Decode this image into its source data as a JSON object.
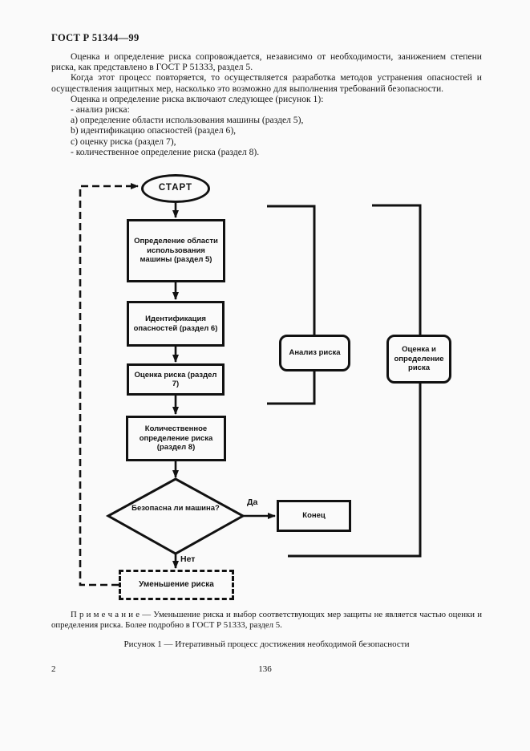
{
  "document": {
    "header": "ГОСТ Р 51344—99",
    "paragraphs": [
      "Оценка и определение риска сопровождается, независимо от необходимости, занижением степени риска, как представлено в ГОСТ Р 51333, раздел 5.",
      "Когда этот процесс повторяется, то осуществляется разработка методов устранения опасностей и осуществления защитных мер, насколько это возможно для выполнения требований безопасности.",
      "Оценка и определение риска включают следующее (рисунок 1):"
    ],
    "list_items": [
      "- анализ риска:",
      "a) определение области использования машины (раздел 5),",
      "b) идентификацию опасностей (раздел 6),",
      "c) оценку риска (раздел 7),",
      "- количественное определение риска (раздел 8)."
    ],
    "note": "П р и м е ч а н и е — Уменьшение риска и выбор соответствующих мер защиты не является частью оценки и определения риска. Более подробно в ГОСТ Р 51333, раздел 5.",
    "caption": "Рисунок 1 — Итеративный процесс достижения необходимой безопасности",
    "page_number_left": "2",
    "page_number_center": "136"
  },
  "flowchart": {
    "start": "СТАРТ",
    "step_scope": "Определение области использования машины (раздел 5)",
    "step_hazard": "Идентификация опасностей (раздел 6)",
    "step_risk_assessment": "Оценка риска (раздел 7)",
    "step_risk_quantification": "Количественное определение риска (раздел 8)",
    "decision": "Безопасна ли машина?",
    "label_yes": "Да",
    "label_no": "Нет",
    "end": "Конец",
    "step_risk_reduction": "Уменьшение риска",
    "bracket_analysis": "Анализ риска",
    "bracket_assessment": "Оценка и определение риска"
  }
}
